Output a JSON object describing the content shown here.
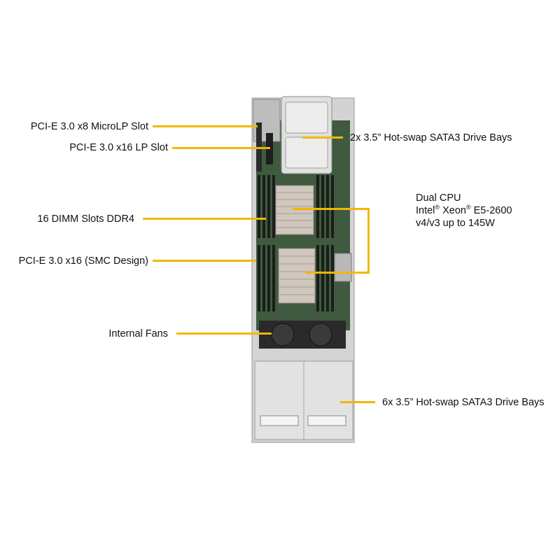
{
  "callouts": {
    "microlp": "PCI-E 3.0 x8 MicroLP Slot",
    "x16lp": "PCI-E 3.0 x16 LP Slot",
    "dimm": "16 DIMM Slots DDR4",
    "smc": "PCI-E 3.0 x16 (SMC Design)",
    "fans": "Internal Fans",
    "front_bays": "2x 3.5” Hot-swap SATA3 Drive Bays",
    "cpu_line1": "Dual CPU",
    "cpu_brand": "Intel",
    "cpu_sub": "Xeon",
    "cpu_model": "E5-2600",
    "cpu_line3": "v4/v3 up to 145W",
    "rear_bays": "6x 3.5” Hot-swap SATA3 Drive Bays",
    "registered_mark": "®"
  },
  "colors": {
    "callout_line": "#f2b705",
    "pcb": "#3f5a3f",
    "chassis": "#c8c8c8",
    "heatsink": "#cfc7bd"
  }
}
